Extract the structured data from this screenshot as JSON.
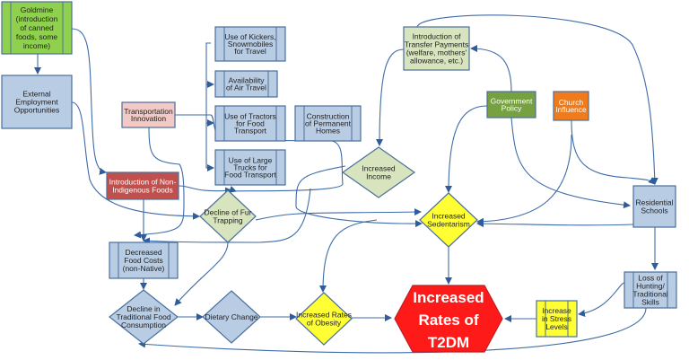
{
  "colors": {
    "blue": "#b8cce4",
    "green": "#8fd14f",
    "lightgreen": "#d7e4bd",
    "gov": "#77a140",
    "orange": "#f07b1c",
    "red": "#c0504d",
    "pink": "#f2c9c4",
    "yellow": "#ffff33",
    "t2dm": "#ff1a1a",
    "edge": "#3e6ca8"
  },
  "nodes": {
    "goldmine": [
      "Goldmine",
      "(introduction",
      "of canned",
      "foods, some",
      "income)"
    ],
    "external": [
      "External",
      "Employment",
      "Opportunities"
    ],
    "transport": [
      "Transportation",
      "Innovation"
    ],
    "kickers": [
      "Use of Kickers,",
      "Snowmobiles",
      "for Travel"
    ],
    "air": [
      "Availability",
      "of Air Travel"
    ],
    "tractors": [
      "Use of Tractors",
      "for Food",
      "Transport"
    ],
    "homes": [
      "Construction",
      "of Permanent",
      "Homes"
    ],
    "trucks": [
      "Use of Large",
      "Trucks for",
      "Food Transport"
    ],
    "transfer": [
      "Introduction of",
      "Transfer Payments",
      "(welfare, mothers'",
      "allowance, etc.)"
    ],
    "gov": [
      "Government",
      "Policy"
    ],
    "church": [
      "Church",
      "Influence"
    ],
    "income": [
      "Increased",
      "Income"
    ],
    "nonindig": [
      "Introduction of Non-",
      "Indigenous Foods"
    ],
    "fur": [
      "Decline of Fur",
      "Trapping"
    ],
    "sedent": [
      "Increased",
      "Sedentarism"
    ],
    "schools": [
      "Residential",
      "Schools"
    ],
    "costs": [
      "Decreased",
      "Food Costs",
      "(non-Native)"
    ],
    "tradfood": [
      "Decline in",
      "Traditional Food",
      "Consumption"
    ],
    "diet": [
      "Dietary Change"
    ],
    "obesity": [
      "Increased Rates",
      "of Obesity"
    ],
    "t2dm": [
      "Increased",
      "Rates of",
      "T2DM"
    ],
    "stress": [
      "Increase",
      "in Stress",
      "Levels"
    ],
    "hunting": [
      "Loss of",
      "Hunting/",
      "Traditional",
      "Skills"
    ]
  }
}
